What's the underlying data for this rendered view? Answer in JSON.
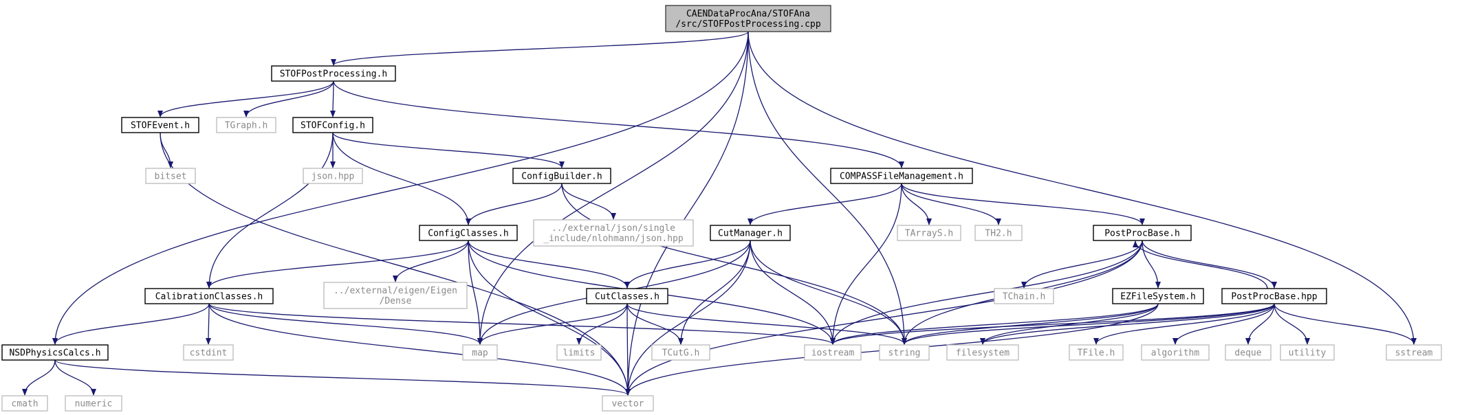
{
  "colors": {
    "edge": "#191970",
    "root_fill": "#bfbfbf",
    "node_border": "#000000",
    "external_border": "#bfbfbf",
    "external_text": "#8a8a8a"
  },
  "nodes": {
    "root": {
      "lines": [
        "CAENDataProcAna/STOFAna",
        "/src/STOFPostProcessing.cpp"
      ]
    },
    "stofpp_h": {
      "lines": [
        "STOFPostProcessing.h"
      ]
    },
    "stofevent_h": {
      "lines": [
        "STOFEvent.h"
      ]
    },
    "tgraph_h": {
      "lines": [
        "TGraph.h"
      ]
    },
    "stofconfig_h": {
      "lines": [
        "STOFConfig.h"
      ]
    },
    "bitset": {
      "lines": [
        "bitset"
      ]
    },
    "json_hpp": {
      "lines": [
        "json.hpp"
      ]
    },
    "configbuilder_h": {
      "lines": [
        "ConfigBuilder.h"
      ]
    },
    "compass_h": {
      "lines": [
        "COMPASSFileManagement.h"
      ]
    },
    "configclasses_h": {
      "lines": [
        "ConfigClasses.h"
      ]
    },
    "nlohmann_json": {
      "lines": [
        "../external/json/single",
        "_include/nlohmann/json.hpp"
      ]
    },
    "cutmanager_h": {
      "lines": [
        "CutManager.h"
      ]
    },
    "tarrays_h": {
      "lines": [
        "TArrayS.h"
      ]
    },
    "th2_h": {
      "lines": [
        "TH2.h"
      ]
    },
    "postprocbase_h": {
      "lines": [
        "PostProcBase.h"
      ]
    },
    "calibration_h": {
      "lines": [
        "CalibrationClasses.h"
      ]
    },
    "eigen_dense": {
      "lines": [
        "../external/eigen/Eigen",
        "/Dense"
      ]
    },
    "cutclasses_h": {
      "lines": [
        "CutClasses.h"
      ]
    },
    "tchain_h": {
      "lines": [
        "TChain.h"
      ]
    },
    "ezfilesystem_h": {
      "lines": [
        "EZFileSystem.h"
      ]
    },
    "postprocbase_hpp": {
      "lines": [
        "PostProcBase.hpp"
      ]
    },
    "nsdphysics_h": {
      "lines": [
        "NSDPhysicsCalcs.h"
      ]
    },
    "cstdint": {
      "lines": [
        "cstdint"
      ]
    },
    "map": {
      "lines": [
        "map"
      ]
    },
    "limits": {
      "lines": [
        "limits"
      ]
    },
    "tcutg_h": {
      "lines": [
        "TCutG.h"
      ]
    },
    "iostream": {
      "lines": [
        "iostream"
      ]
    },
    "string": {
      "lines": [
        "string"
      ]
    },
    "filesystem": {
      "lines": [
        "filesystem"
      ]
    },
    "tfile_h": {
      "lines": [
        "TFile.h"
      ]
    },
    "algorithm": {
      "lines": [
        "algorithm"
      ]
    },
    "deque": {
      "lines": [
        "deque"
      ]
    },
    "utility": {
      "lines": [
        "utility"
      ]
    },
    "sstream": {
      "lines": [
        "sstream"
      ]
    },
    "cmath": {
      "lines": [
        "cmath"
      ]
    },
    "numeric": {
      "lines": [
        "numeric"
      ]
    },
    "vector": {
      "lines": [
        "vector"
      ]
    }
  },
  "edges": [
    [
      "root",
      "stofpp_h"
    ],
    [
      "root",
      "nsdphysics_h"
    ],
    [
      "root",
      "map"
    ],
    [
      "root",
      "string"
    ],
    [
      "root",
      "sstream"
    ],
    [
      "root",
      "vector"
    ],
    [
      "stofpp_h",
      "stofevent_h"
    ],
    [
      "stofpp_h",
      "tgraph_h"
    ],
    [
      "stofpp_h",
      "stofconfig_h"
    ],
    [
      "stofpp_h",
      "compass_h"
    ],
    [
      "stofevent_h",
      "bitset"
    ],
    [
      "stofevent_h",
      "vector"
    ],
    [
      "stofconfig_h",
      "json_hpp"
    ],
    [
      "stofconfig_h",
      "configbuilder_h"
    ],
    [
      "stofconfig_h",
      "configclasses_h"
    ],
    [
      "stofconfig_h",
      "calibration_h"
    ],
    [
      "configbuilder_h",
      "configclasses_h"
    ],
    [
      "configbuilder_h",
      "nlohmann_json"
    ],
    [
      "configbuilder_h",
      "string"
    ],
    [
      "compass_h",
      "cutmanager_h"
    ],
    [
      "compass_h",
      "tarrays_h"
    ],
    [
      "compass_h",
      "th2_h"
    ],
    [
      "compass_h",
      "postprocbase_h"
    ],
    [
      "compass_h",
      "iostream"
    ],
    [
      "configclasses_h",
      "calibration_h"
    ],
    [
      "configclasses_h",
      "eigen_dense"
    ],
    [
      "configclasses_h",
      "cutclasses_h"
    ],
    [
      "configclasses_h",
      "map"
    ],
    [
      "configclasses_h",
      "vector"
    ],
    [
      "configclasses_h",
      "iostream"
    ],
    [
      "cutmanager_h",
      "cutclasses_h"
    ],
    [
      "cutmanager_h",
      "map"
    ],
    [
      "cutmanager_h",
      "tcutg_h"
    ],
    [
      "cutmanager_h",
      "iostream"
    ],
    [
      "cutmanager_h",
      "string"
    ],
    [
      "cutmanager_h",
      "vector"
    ],
    [
      "postprocbase_h",
      "tchain_h"
    ],
    [
      "postprocbase_h",
      "ezfilesystem_h"
    ],
    [
      "postprocbase_h",
      "postprocbase_hpp"
    ],
    [
      "postprocbase_h",
      "iostream"
    ],
    [
      "postprocbase_h",
      "string"
    ],
    [
      "postprocbase_h",
      "vector"
    ],
    [
      "calibration_h",
      "nsdphysics_h"
    ],
    [
      "calibration_h",
      "cstdint"
    ],
    [
      "calibration_h",
      "map"
    ],
    [
      "calibration_h",
      "iostream"
    ],
    [
      "calibration_h",
      "vector"
    ],
    [
      "cutclasses_h",
      "map"
    ],
    [
      "cutclasses_h",
      "limits"
    ],
    [
      "cutclasses_h",
      "tcutg_h"
    ],
    [
      "cutclasses_h",
      "vector"
    ],
    [
      "cutclasses_h",
      "string"
    ],
    [
      "ezfilesystem_h",
      "filesystem"
    ],
    [
      "ezfilesystem_h",
      "iostream"
    ],
    [
      "ezfilesystem_h",
      "string"
    ],
    [
      "ezfilesystem_h",
      "vector"
    ],
    [
      "postprocbase_hpp",
      "postprocbase_h"
    ],
    [
      "postprocbase_hpp",
      "iostream"
    ],
    [
      "postprocbase_hpp",
      "string"
    ],
    [
      "postprocbase_hpp",
      "filesystem"
    ],
    [
      "postprocbase_hpp",
      "tfile_h"
    ],
    [
      "postprocbase_hpp",
      "algorithm"
    ],
    [
      "postprocbase_hpp",
      "deque"
    ],
    [
      "postprocbase_hpp",
      "utility"
    ],
    [
      "postprocbase_hpp",
      "sstream"
    ],
    [
      "nsdphysics_h",
      "cmath"
    ],
    [
      "nsdphysics_h",
      "numeric"
    ],
    [
      "nsdphysics_h",
      "vector"
    ]
  ]
}
